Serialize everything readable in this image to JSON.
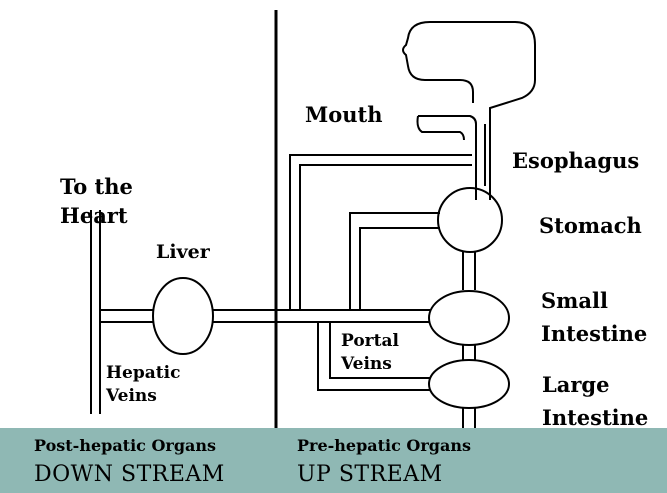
{
  "labels": {
    "mouth": "Mouth",
    "esophagus": "Esophagus",
    "stomach": "Stomach",
    "small_intestine": [
      "Small",
      "Intestine"
    ],
    "large_intestine": [
      "Large",
      "Intestine"
    ],
    "to_the_heart": [
      "To the",
      "Heart"
    ],
    "liver": "Liver",
    "hepatic_veins": [
      "Hepatic",
      "Veins"
    ],
    "portal_veins": [
      "Portal",
      "Veins"
    ]
  },
  "footer": {
    "left_title": "Post-hepatic Organs",
    "left_main": "DOWN STREAM",
    "right_title": "Pre-hepatic Organs",
    "right_main": "UP STREAM"
  },
  "colors": {
    "footer_band": "#8fb8b4",
    "lines": "#000000"
  }
}
